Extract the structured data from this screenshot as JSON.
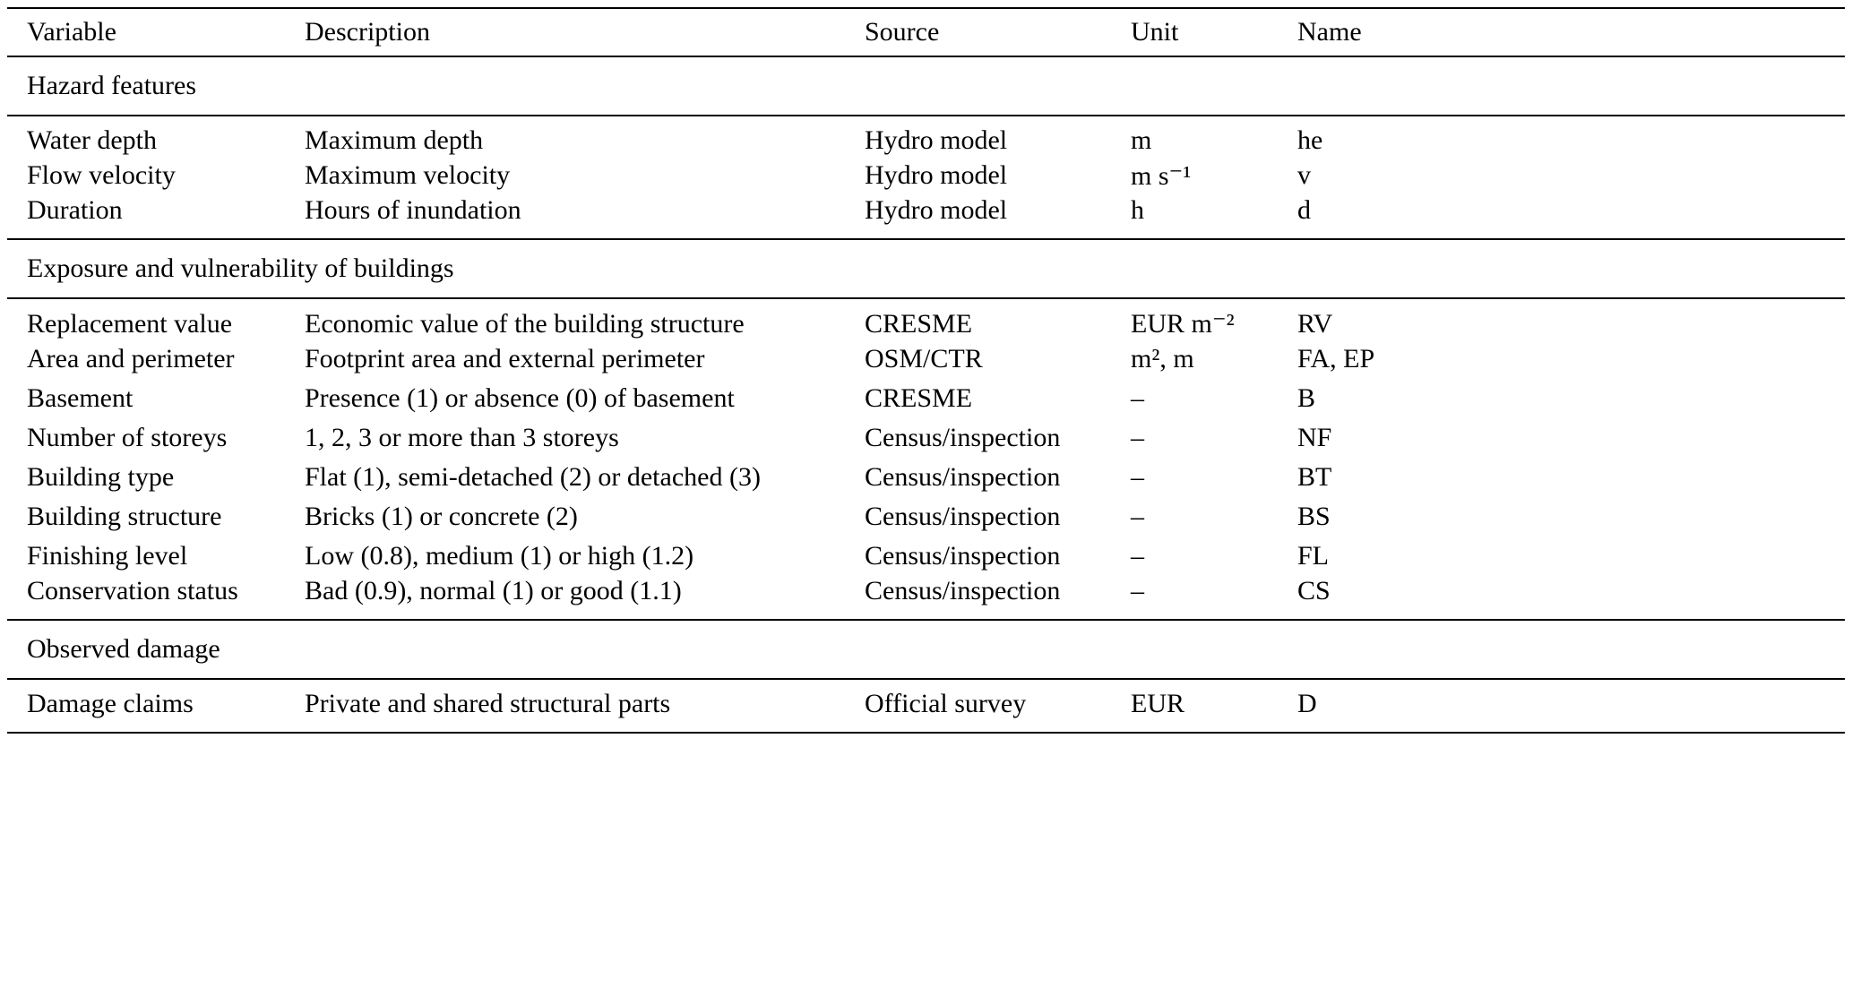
{
  "page": {
    "background": "#ffffff",
    "text_color": "#000000",
    "rule_color": "#000000"
  },
  "table": {
    "columns": [
      {
        "label": "Variable"
      },
      {
        "label": "Description"
      },
      {
        "label": "Source"
      },
      {
        "label": "Unit"
      },
      {
        "label": "Name"
      }
    ],
    "sections": [
      {
        "title": "Hazard features",
        "rows": [
          {
            "variable": "Water depth",
            "description": "Maximum depth",
            "source": "Hydro model",
            "unit": "m",
            "name": "he"
          },
          {
            "variable": "Flow velocity",
            "description": "Maximum velocity",
            "source": "Hydro model",
            "unit": "m s⁻¹",
            "name": "v"
          },
          {
            "variable": "Duration",
            "description": "Hours of inundation",
            "source": "Hydro model",
            "unit": "h",
            "name": "d"
          }
        ]
      },
      {
        "title": "Exposure and vulnerability of buildings",
        "rows": [
          {
            "variable": "Replacement value",
            "description": "Economic value of the building structure",
            "source": "CRESME",
            "unit": "EUR m⁻²",
            "name": "RV"
          },
          {
            "variable": "Area and perimeter",
            "description": "Footprint area and external perimeter",
            "source": "OSM/CTR",
            "unit": "m², m",
            "name": "FA, EP"
          },
          {
            "variable": "Basement",
            "description": "Presence (1) or absence (0) of basement",
            "source": "CRESME",
            "unit": "–",
            "name": "B"
          },
          {
            "variable": "Number of storeys",
            "description": "1, 2, 3 or more than 3 storeys",
            "source": "Census/inspection",
            "unit": "–",
            "name": "NF"
          },
          {
            "variable": "Building type",
            "description": "Flat (1), semi-detached (2) or detached (3)",
            "source": "Census/inspection",
            "unit": "–",
            "name": "BT"
          },
          {
            "variable": "Building structure",
            "description": "Bricks (1) or concrete (2)",
            "source": "Census/inspection",
            "unit": "–",
            "name": "BS"
          },
          {
            "variable": "Finishing level",
            "description": "Low (0.8), medium (1) or high (1.2)",
            "source": "Census/inspection",
            "unit": "–",
            "name": "FL"
          },
          {
            "variable": "Conservation status",
            "description": "Bad (0.9), normal (1) or good (1.1)",
            "source": "Census/inspection",
            "unit": "–",
            "name": "CS"
          }
        ]
      },
      {
        "title": "Observed damage",
        "rows": [
          {
            "variable": "Damage claims",
            "description": "Private and shared structural parts",
            "source": "Official survey",
            "unit": "EUR",
            "name": "D"
          }
        ]
      }
    ]
  }
}
